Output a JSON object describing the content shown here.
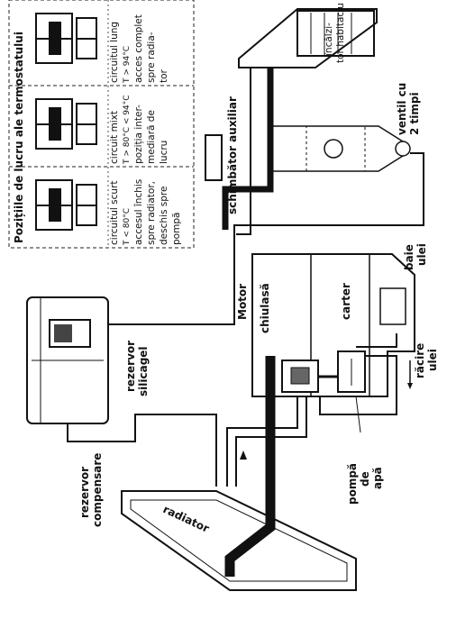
{
  "thermostat_panel": {
    "title": "Pozițiile de lucru ale termostatului",
    "positions": [
      {
        "name": "circuitul scurt",
        "condition": "T < 80°C",
        "description_lines": [
          "accesul închis",
          "spre radiator,",
          "deschis spre",
          "pompă"
        ]
      },
      {
        "name": "circuit mixt",
        "condition": "T > 80°C < 94°C",
        "description_lines": [
          "poziția inter-",
          "mediară de",
          "lucru"
        ]
      },
      {
        "name": "circuitul lung",
        "condition": "T > 94°C",
        "description_lines": [
          "acces complet",
          "spre radia-",
          "tor"
        ]
      }
    ]
  },
  "labels": {
    "heater": "încălzi-",
    "heater2": "tor habitaclu",
    "aux_exchanger": "schimbător auxiliar",
    "two_way_valve_1": "ventil cu",
    "two_way_valve_2": "2 timpi",
    "oil_bath_1": "baie",
    "oil_bath_2": "ulei",
    "engine": "Motor",
    "cylinder_head": "chiulasă",
    "crankcase": "carter",
    "oil_cooling_1": "răcire",
    "oil_cooling_2": "ulei",
    "water_pump_1": "pompă",
    "water_pump_2": "de",
    "water_pump_3": "apă",
    "silicagel_tank_1": "rezervor",
    "silicagel_tank_2": "silicagel",
    "compensation_tank_1": "rezervor",
    "compensation_tank_2": "compensare",
    "radiator": "radiator"
  }
}
